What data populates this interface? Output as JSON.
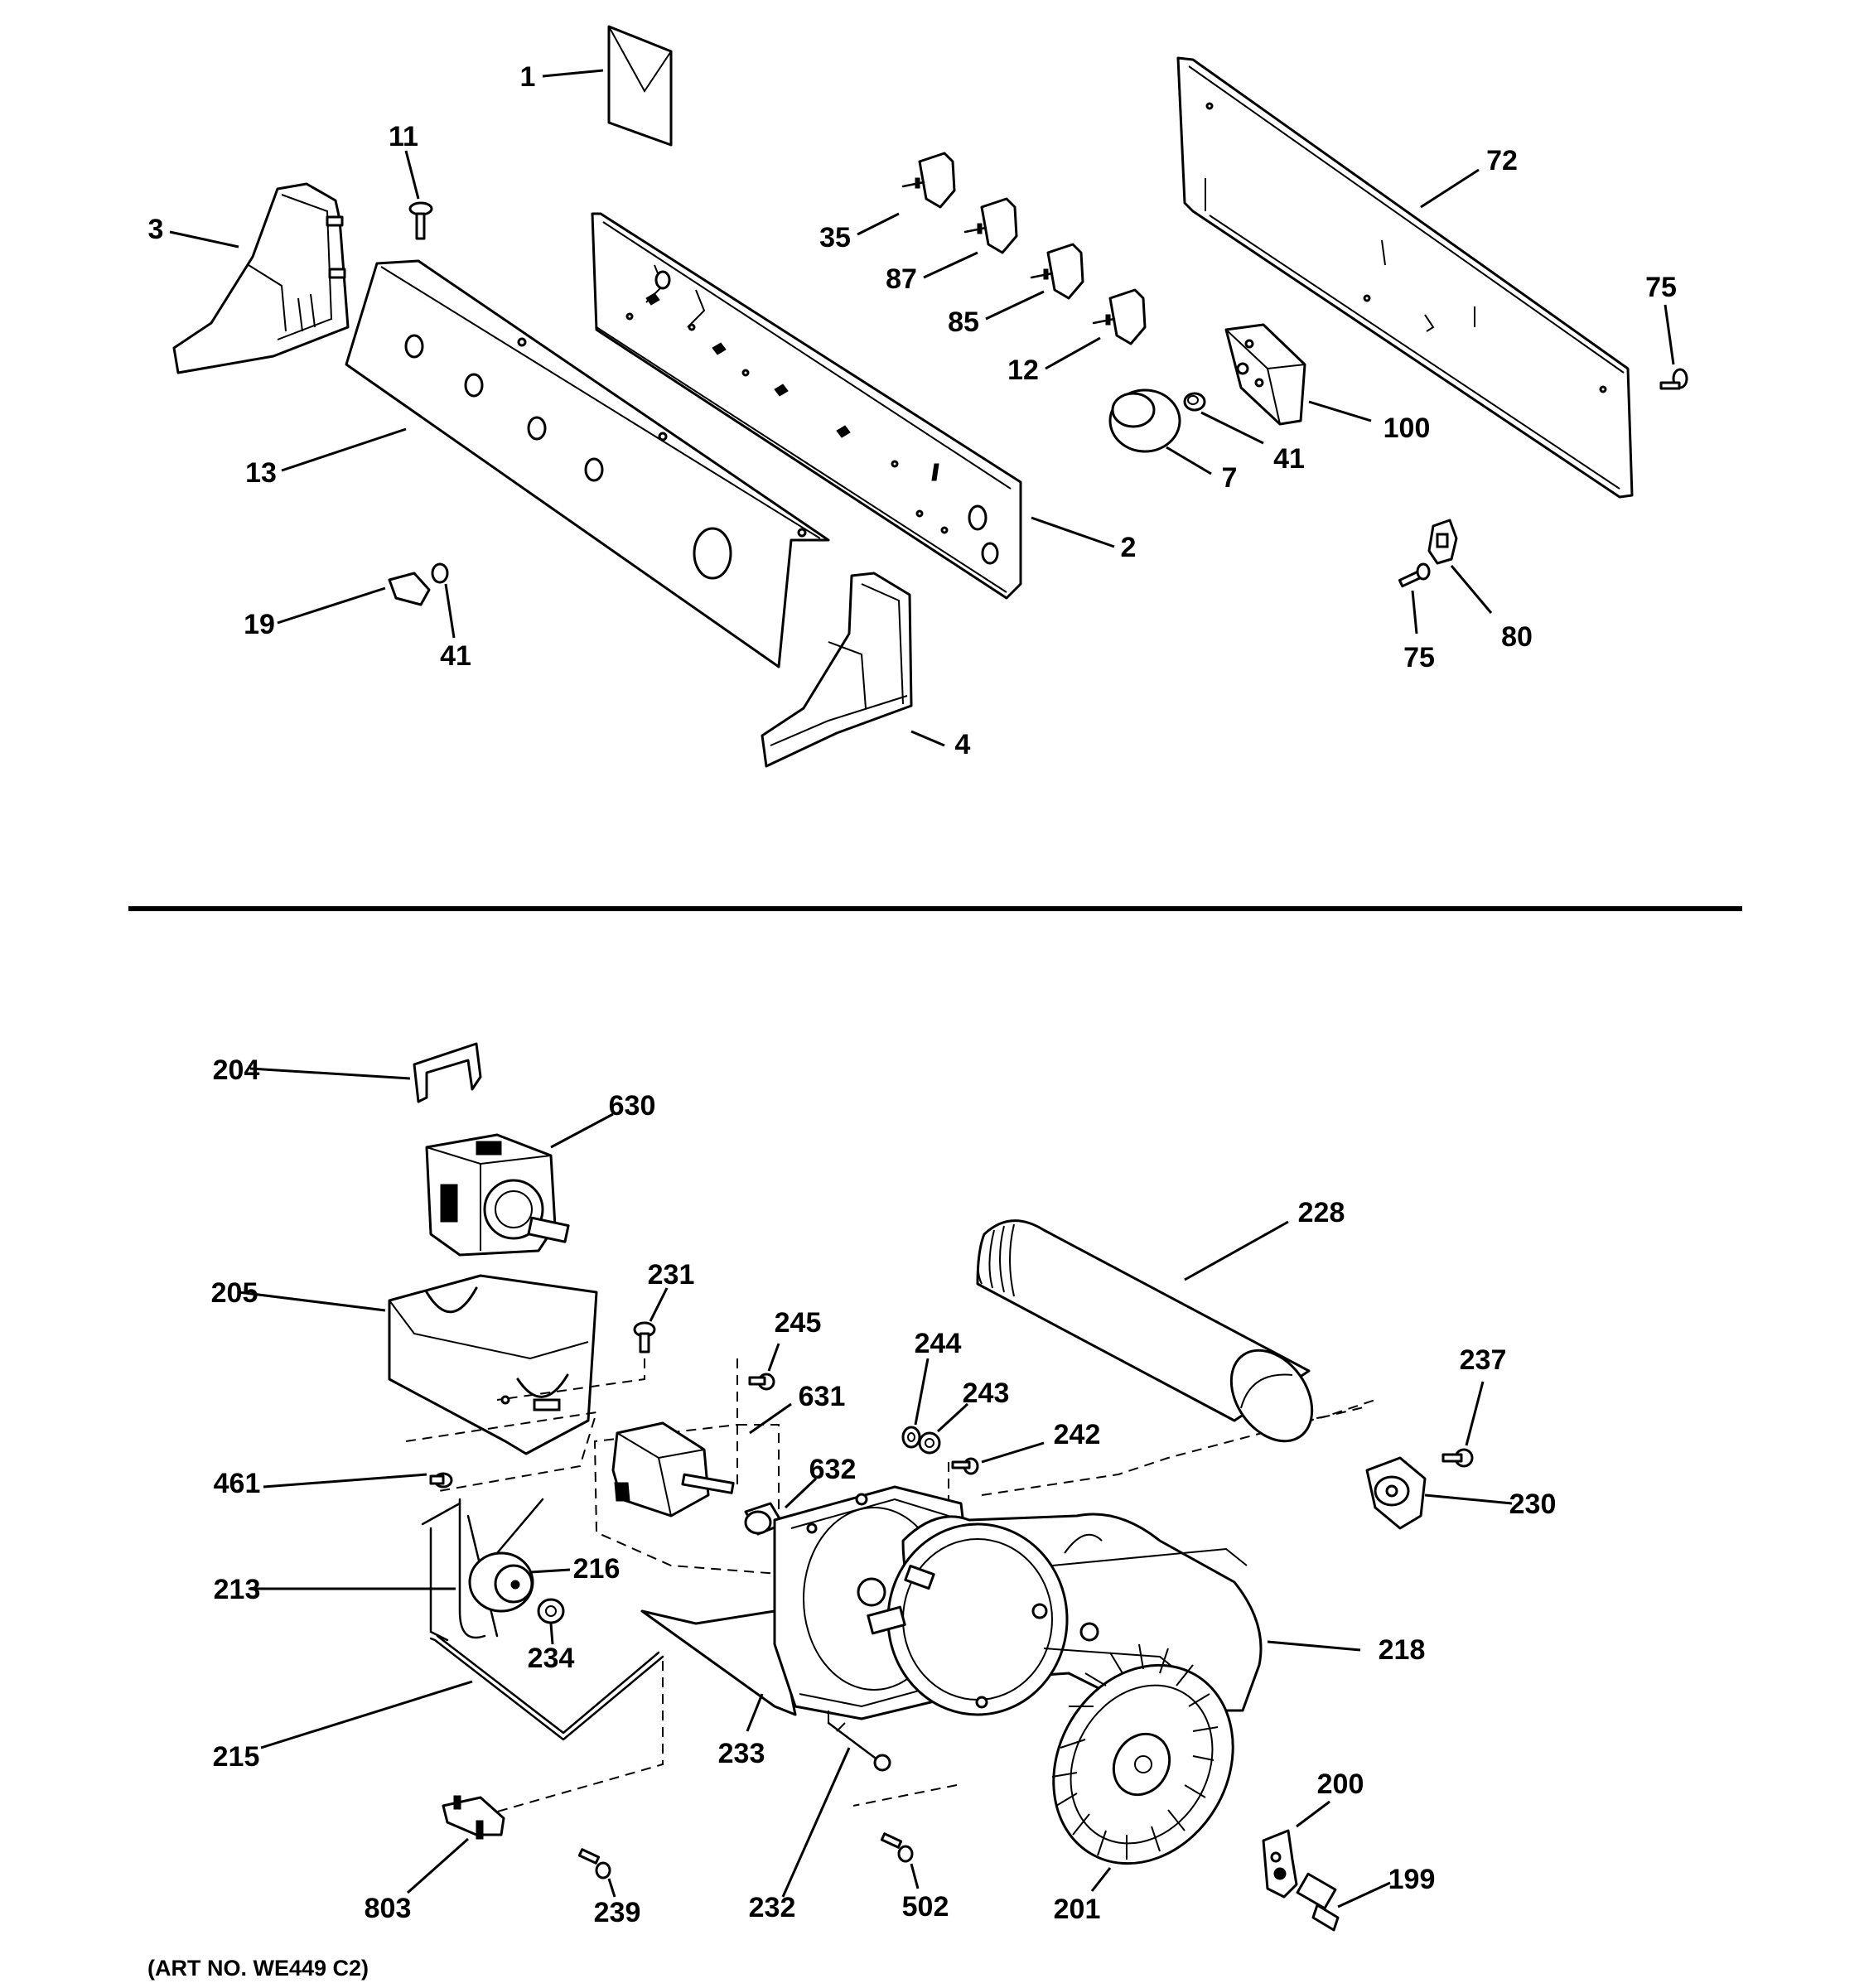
{
  "callouts": {
    "c1": "1",
    "c11": "11",
    "c3": "3",
    "c13": "13",
    "c19": "19",
    "c41a": "41",
    "c35": "35",
    "c87": "87",
    "c85": "85",
    "c12": "12",
    "c2": "2",
    "c4": "4",
    "c7": "7",
    "c41b": "41",
    "c100": "100",
    "c72": "72",
    "c75a": "75",
    "c75b": "75",
    "c80": "80",
    "c204": "204",
    "c630": "630",
    "c205": "205",
    "c231": "231",
    "c245": "245",
    "c631": "631",
    "c632": "632",
    "c244": "244",
    "c243": "243",
    "c242": "242",
    "c228": "228",
    "c237": "237",
    "c230": "230",
    "c461": "461",
    "c213": "213",
    "c216": "216",
    "c234": "234",
    "c215": "215",
    "c233": "233",
    "c218": "218",
    "c232": "232",
    "c200": "200",
    "c199": "199",
    "c803": "803",
    "c239": "239",
    "c502": "502",
    "c201": "201"
  },
  "art_number": "(ART NO. WE449 C2)"
}
